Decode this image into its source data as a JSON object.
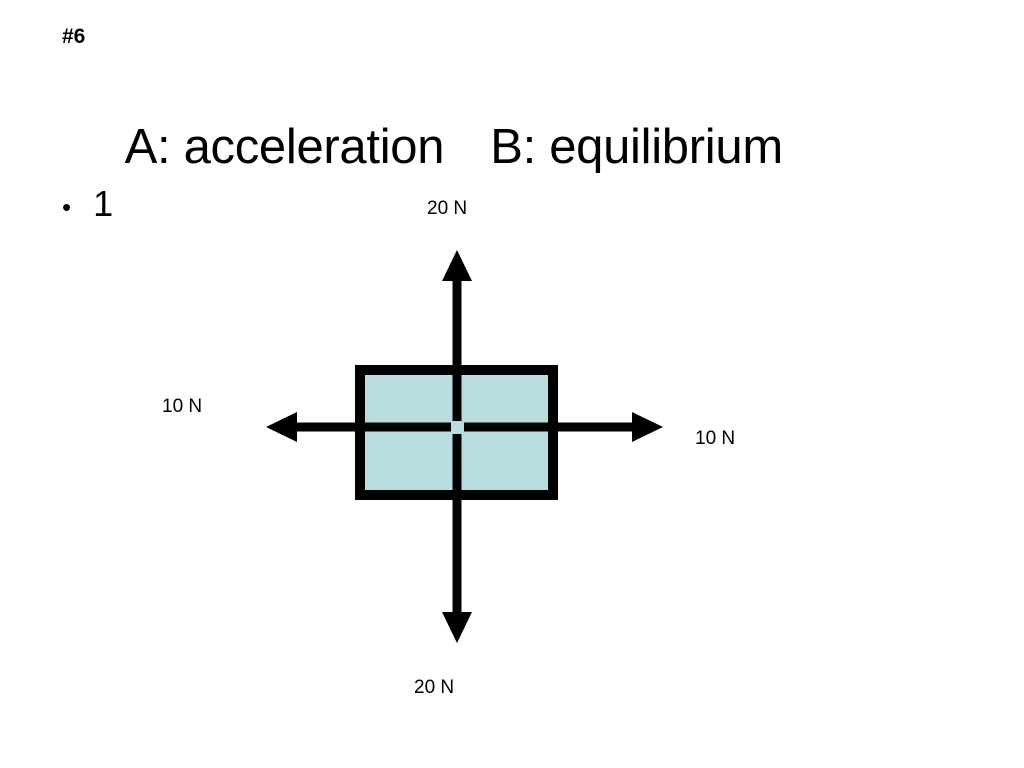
{
  "slide": {
    "number_label": "#6",
    "background_color": "#ffffff",
    "title": {
      "option_a": "A: acceleration",
      "option_b": "B: equilibrium"
    },
    "bullet": {
      "marker": "•",
      "text": "1"
    }
  },
  "diagram": {
    "type": "free-body-force-diagram",
    "object": {
      "shape": "rectangle",
      "fill_color": "#b7dde1",
      "stroke_color": "#000000",
      "stroke_width": 10
    },
    "arrow_color": "#000000",
    "forces": [
      {
        "direction": "up",
        "label": "20 N",
        "magnitude": 20,
        "unit": "N"
      },
      {
        "direction": "down",
        "label": "20 N",
        "magnitude": 20,
        "unit": "N"
      },
      {
        "direction": "left",
        "label": "10 N",
        "magnitude": 10,
        "unit": "N"
      },
      {
        "direction": "right",
        "label": "10 N",
        "magnitude": 10,
        "unit": "N"
      }
    ],
    "labels": {
      "top": "20 N",
      "bottom": "20 N",
      "left": "10 N",
      "right": "10 N"
    }
  }
}
